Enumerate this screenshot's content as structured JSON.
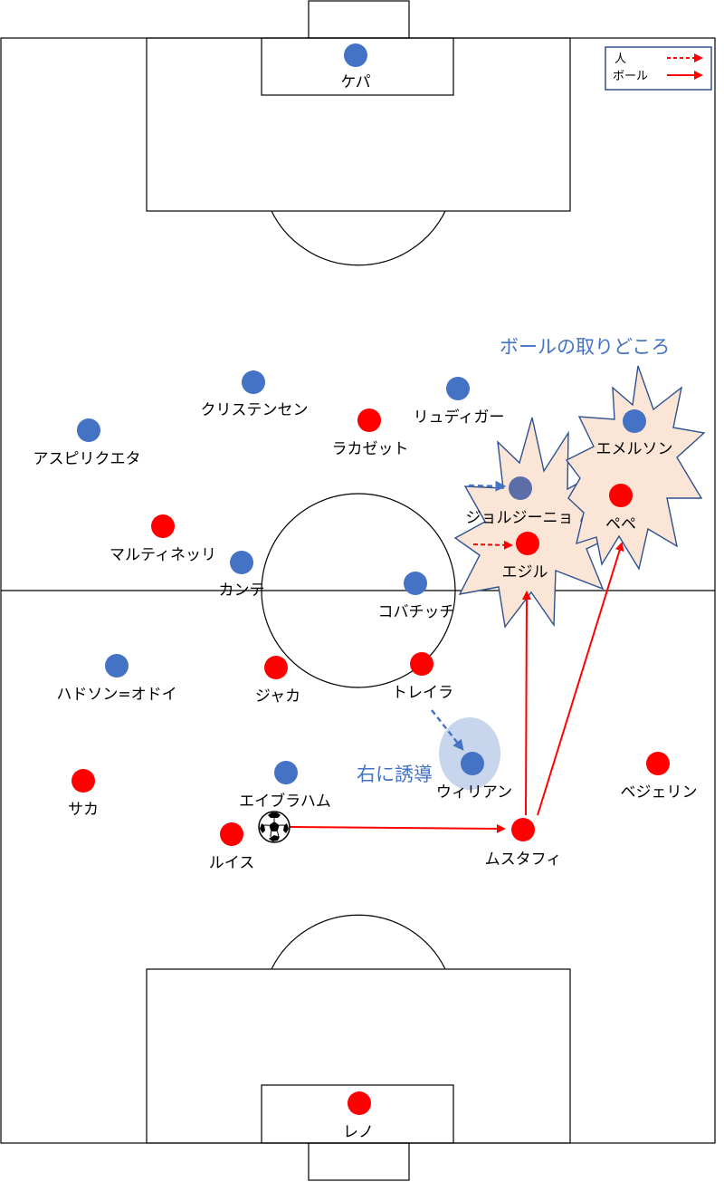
{
  "colors": {
    "home": "#4472C4",
    "away": "#FF0000",
    "line": "#000000",
    "starburst_fill": "#FBE5D6",
    "starburst_stroke": "#2F528F",
    "highlight": "#B4C7E7",
    "callout_text": "#4472C4",
    "legend_border": "#2F528F"
  },
  "legend": {
    "person_label": "人",
    "ball_label": "ボール"
  },
  "callouts": {
    "ball_win_zone": "ボールの取りどころ",
    "induce_right": "右に誘導"
  },
  "ball": {
    "icon": "soccer-ball-icon"
  },
  "players": {
    "kepa": "ケパ",
    "christensen": "クリステンセン",
    "rudiger": "リュディガー",
    "azpilicueta": "アスピリクエタ",
    "emerson": "エメルソン",
    "jorginho": "ジョルジーニョ",
    "kante": "カンテ",
    "kovacic": "コバチッチ",
    "hudson_odoi": "ハドソン=オドイ",
    "willian": "ウィリアン",
    "abraham": "エイブラハム",
    "lacazette": "ラカゼット",
    "martinelli": "マルティネッリ",
    "pepe": "ペペ",
    "ozil": "エジル",
    "xhaka": "ジャカ",
    "torreira": "トレイラ",
    "saka": "サカ",
    "bellerin": "ベジェリン",
    "luiz": "ルイス",
    "mustafi": "ムスタフィ",
    "leno": "レノ"
  }
}
